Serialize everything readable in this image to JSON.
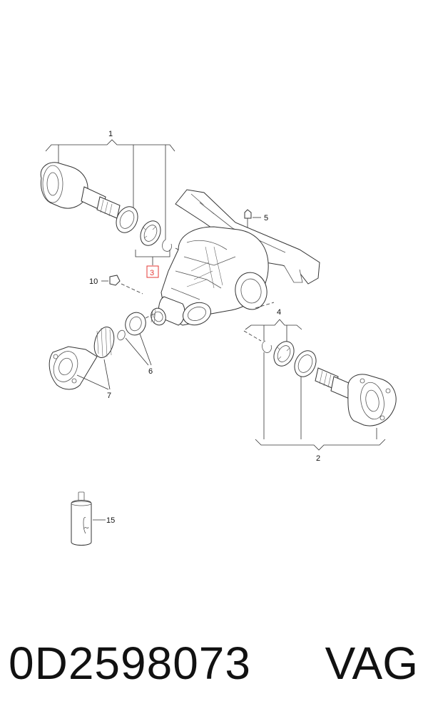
{
  "callouts": {
    "c1": "1",
    "c2": "2",
    "c3": "3",
    "c4": "4",
    "c5": "5",
    "c6": "6",
    "c7": "7",
    "c10": "10",
    "c15": "15"
  },
  "footer": {
    "part_number": "0D2598073",
    "brand": "VAG"
  },
  "colors": {
    "highlight_box": "#e53935",
    "line": "#333333"
  }
}
